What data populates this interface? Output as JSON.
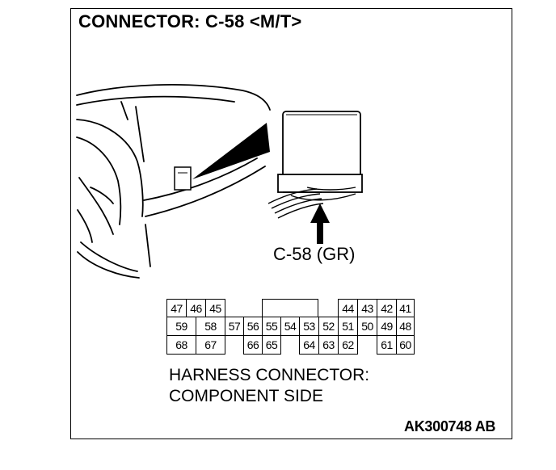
{
  "title": "CONNECTOR: C-58 <M/T>",
  "callout_label": "C-58 (GR)",
  "harness_caption": {
    "line1": "HARNESS CONNECTOR:",
    "line2": "COMPONENT SIDE"
  },
  "figure_code": "AK300748 AB",
  "connector": {
    "row1": [
      "47",
      "46",
      "45",
      "44",
      "43",
      "42",
      "41"
    ],
    "row2": [
      "59",
      "58",
      "57",
      "56",
      "55",
      "54",
      "53",
      "52",
      "51",
      "50",
      "49",
      "48"
    ],
    "row3": [
      "68",
      "67",
      "66",
      "65",
      "64",
      "63",
      "62",
      "61",
      "60"
    ]
  }
}
